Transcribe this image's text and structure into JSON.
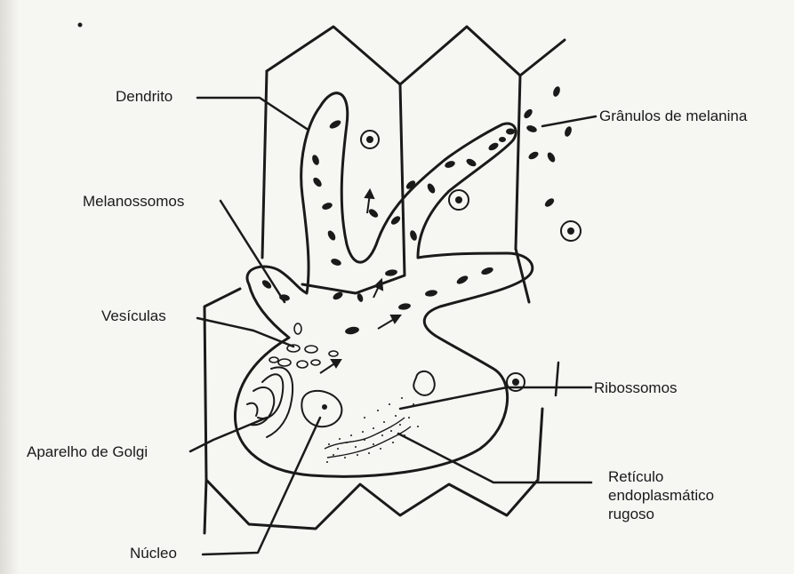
{
  "labels": {
    "dendrito": "Dendrito",
    "granulos": "Grânulos de melanina",
    "melanossomos": "Melanossomos",
    "vesiculas": "Vesículas",
    "ribossomos": "Ribossomos",
    "golgi": "Aparelho de Golgi",
    "reticulo_l1": "Retículo",
    "reticulo_l2": "endoplasmático",
    "reticulo_l3": "rugoso",
    "nucleo": "Núcleo"
  }
}
